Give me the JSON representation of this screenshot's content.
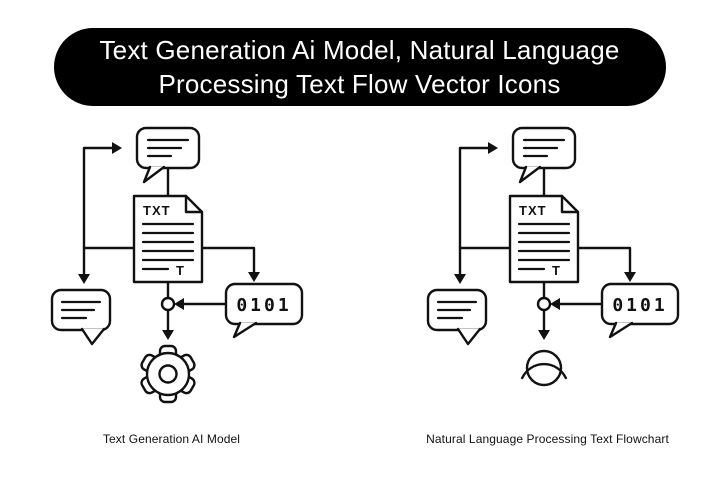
{
  "title": {
    "line1": "Text Generation Ai Model, Natural Language",
    "line2": "Processing Text Flow Vector Icons"
  },
  "figures": {
    "left": {
      "caption": "Text Generation AI Model"
    },
    "right": {
      "caption": "Natural Language Processing Text Flowchart"
    }
  },
  "icons": {
    "document_label": "TXT",
    "document_letter": "T",
    "binary_label": "0101"
  },
  "colors": {
    "ink": "#111111",
    "banner_bg": "#000000",
    "banner_text": "#ffffff",
    "background": "#ffffff"
  }
}
